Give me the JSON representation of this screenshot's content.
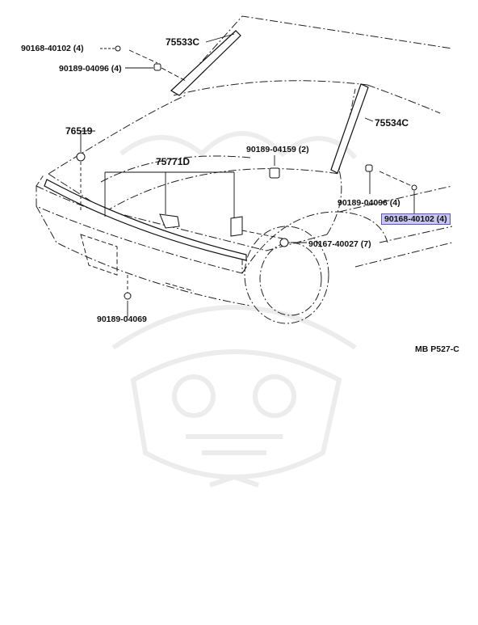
{
  "diagram": {
    "part_numbers": {
      "p75533c": "75533C",
      "p75534c": "75534C",
      "p76519": "76519",
      "p75771d": "75771D",
      "p90168_top": "90168-40102 (4)",
      "p90189_04096_top": "90189-04096 (4)",
      "p90189_04159": "90189-04159 (2)",
      "p90189_04096_right": "90189-04096 (4)",
      "p90168_right": "90168-40102 (4)",
      "p90167_40027": "90167-40027 (7)",
      "p90189_04069": "90189-04069"
    },
    "diagram_code": "MB P527-C",
    "highlight_color": "#c9c6ef"
  }
}
